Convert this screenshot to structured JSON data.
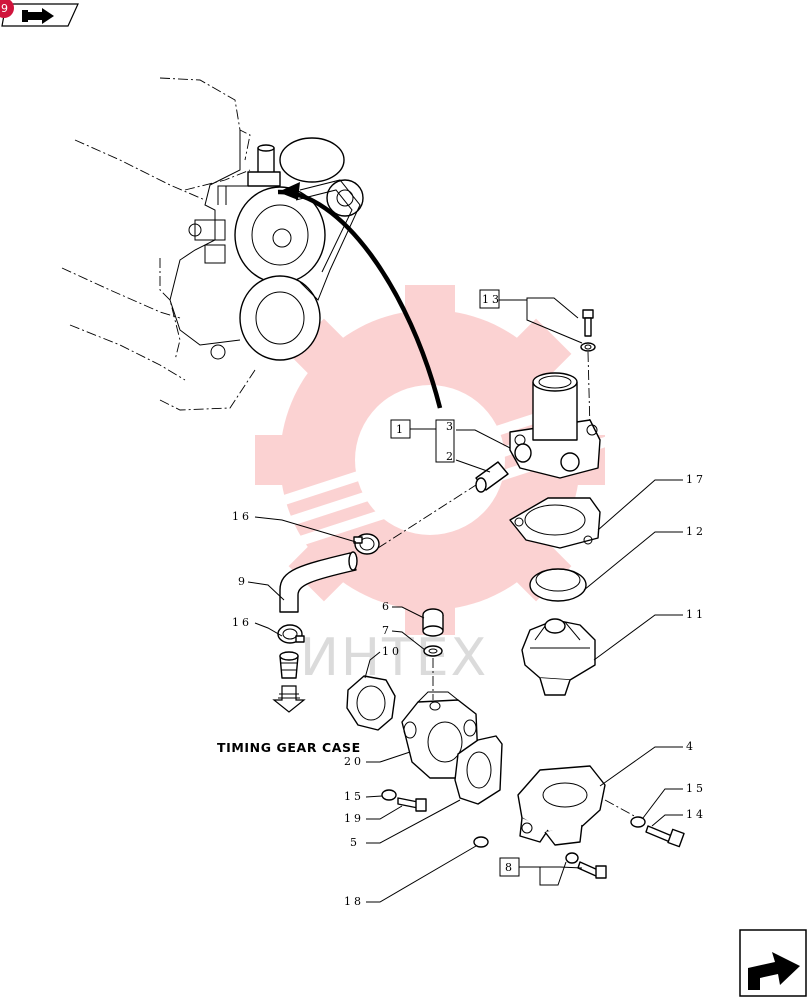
{
  "page_number_badge": "9",
  "watermark_text": "ИНТЕХ",
  "caption": "TIMING GEAR CASE",
  "callouts": {
    "c1": "1",
    "c2": "2",
    "c3": "3",
    "c4": "4",
    "c5": "5",
    "c6": "6",
    "c7": "7",
    "c8": "8",
    "c9": "9",
    "c10": "10",
    "c11": "11",
    "c12": "12",
    "c13": "13",
    "c14": "14",
    "c15a": "15",
    "c15b": "15",
    "c16a": "16",
    "c16b": "16",
    "c17": "17",
    "c18": "18",
    "c19": "19",
    "c20": "20"
  },
  "icons": {
    "back_nav": "book-back-arrow-icon",
    "next_nav": "next-page-arrow-icon",
    "watermark_logo": "gear-logo-icon"
  },
  "colors": {
    "line_art": "#000000",
    "watermark": "#f26d6d",
    "badge": "#d0143c"
  }
}
